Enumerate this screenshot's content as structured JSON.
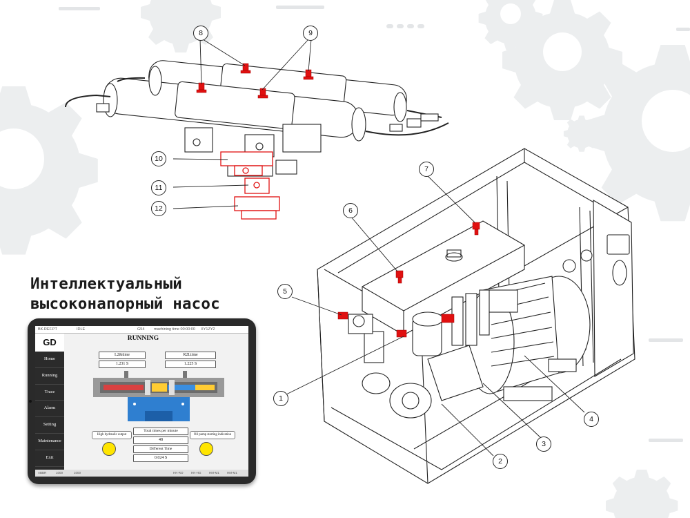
{
  "heading": {
    "line1": "Интеллектуальный",
    "line2": "высоконапорный насос"
  },
  "callouts": [
    "1",
    "2",
    "3",
    "4",
    "5",
    "6",
    "7",
    "8",
    "9",
    "10",
    "11",
    "12"
  ],
  "hmi": {
    "topbar": {
      "left": "BK.REF.PT",
      "idle": "IDLE",
      "code": "G54",
      "time": "machining time  00:00:00",
      "right": "XY1ZY2"
    },
    "logo": "GD",
    "menu": [
      "Home",
      "Running",
      "Trace",
      "Alarm",
      "Setting",
      "Maintenance",
      "Exit"
    ],
    "status": "RUNNING",
    "left_label": "L2&time",
    "left_value": "1.231 S",
    "right_label": "R2Ltime",
    "right_value": "1.225 S",
    "btn_left": "High hydraulic output",
    "btn_right": "Oil pump starting indication",
    "total_label": "Total times per minute",
    "total_value": "48",
    "diff_label": "Different Time",
    "diff_value": "0.024 S",
    "bottombar": [
      "ABBR",
      "1000",
      "1000",
      "HK-RO",
      "HK-HG",
      "HM-M1",
      "HM-M1"
    ]
  },
  "colors": {
    "highlight": "#e01010",
    "lamp": "#ffe500",
    "sidebar": "#2b2b2b"
  }
}
